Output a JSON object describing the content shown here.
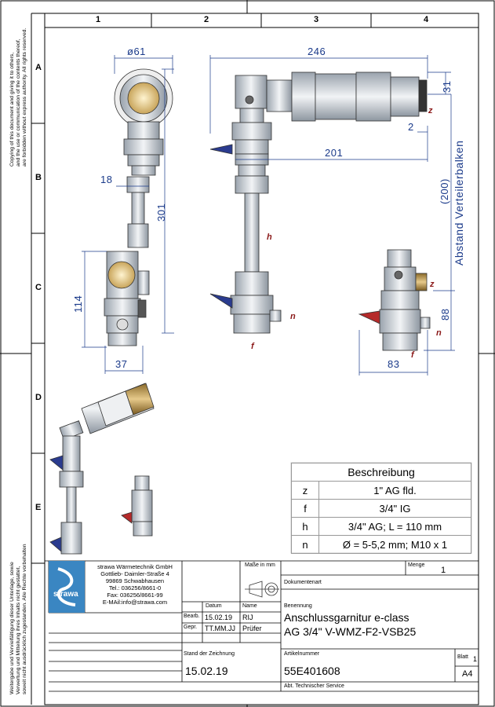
{
  "grid": {
    "columns": [
      "1",
      "2",
      "3",
      "4"
    ],
    "rows": [
      "A",
      "B",
      "C",
      "D",
      "E"
    ]
  },
  "copyright_notice": [
    "Copying of this document and giving it to others,",
    "and the use or communication of the contents thereof,",
    "are forbidden without express authority. All rights reserved."
  ],
  "copyright_notice_de": [
    "Weitergabe und Vervielfältigung dieser Unterlage, sowie",
    "Verwertung und Mitteilung ihres Inhalts nicht gestattet,",
    "soweit nicht ausdrücklich zugestanden. Alle Rechte vorbehalten"
  ],
  "dimensions": {
    "d_top": "ø61",
    "d_246": "246",
    "d_31": "31",
    "d_2": "2",
    "d_201": "201",
    "d_18": "18",
    "d_301": "301",
    "d_114": "114",
    "d_37": "37",
    "d_200": "(200)",
    "d_abstand": "Abstand Verteilerbalken",
    "d_88": "88",
    "d_83": "83"
  },
  "labels": {
    "z": "z",
    "h": "h",
    "n": "n",
    "f": "f"
  },
  "description_table": {
    "header": "Beschreibung",
    "rows": [
      {
        "key": "z",
        "value": "1\" AG fld."
      },
      {
        "key": "f",
        "value": "3/4\" IG"
      },
      {
        "key": "h",
        "value": "3/4\" AG; L = 110 mm"
      },
      {
        "key": "n",
        "value": "Ø = 5-5,2 mm; M10 x 1"
      }
    ]
  },
  "company": {
    "logo_text": "strawa",
    "name": "strawa Wärmetechnik GmbH",
    "street": "Gottlieb- Daimler-Straße 4",
    "city": "99869 Schwabhausen",
    "tel": "Tel.: 036256/8661-0",
    "fax": "Fax: 036256/8661-99",
    "email": "E-MAil:info@strawa.com"
  },
  "title_block": {
    "mass_label": "Maße in mm",
    "menge_label": "Menge",
    "menge_value": "1",
    "dokumentenart_label": "Dokumentenart",
    "datum_label": "Datum",
    "name_label": "Name",
    "benennung_label": "Benennung",
    "bearb_label": "Bearb.",
    "bearb_date": "15.02.19",
    "bearb_name": "RIJ",
    "gepr_label": "Gepr.",
    "gepr_date": "TT.MM.JJ",
    "gepr_name": "Prüfer",
    "benennung_line1": "Anschlussgarnitur e-class",
    "benennung_line2": "AG 3/4\" V-WMZ-F2-VSB25",
    "stand_label": "Stand der Zeichnung",
    "stand_value": "15.02.19",
    "artikel_label": "Artikelnummer",
    "artikel_value": "55E401608",
    "blatt_label": "Blatt",
    "blatt_value": "1",
    "format_value": "A4",
    "abt_label": "Abt. Technischer Service"
  }
}
